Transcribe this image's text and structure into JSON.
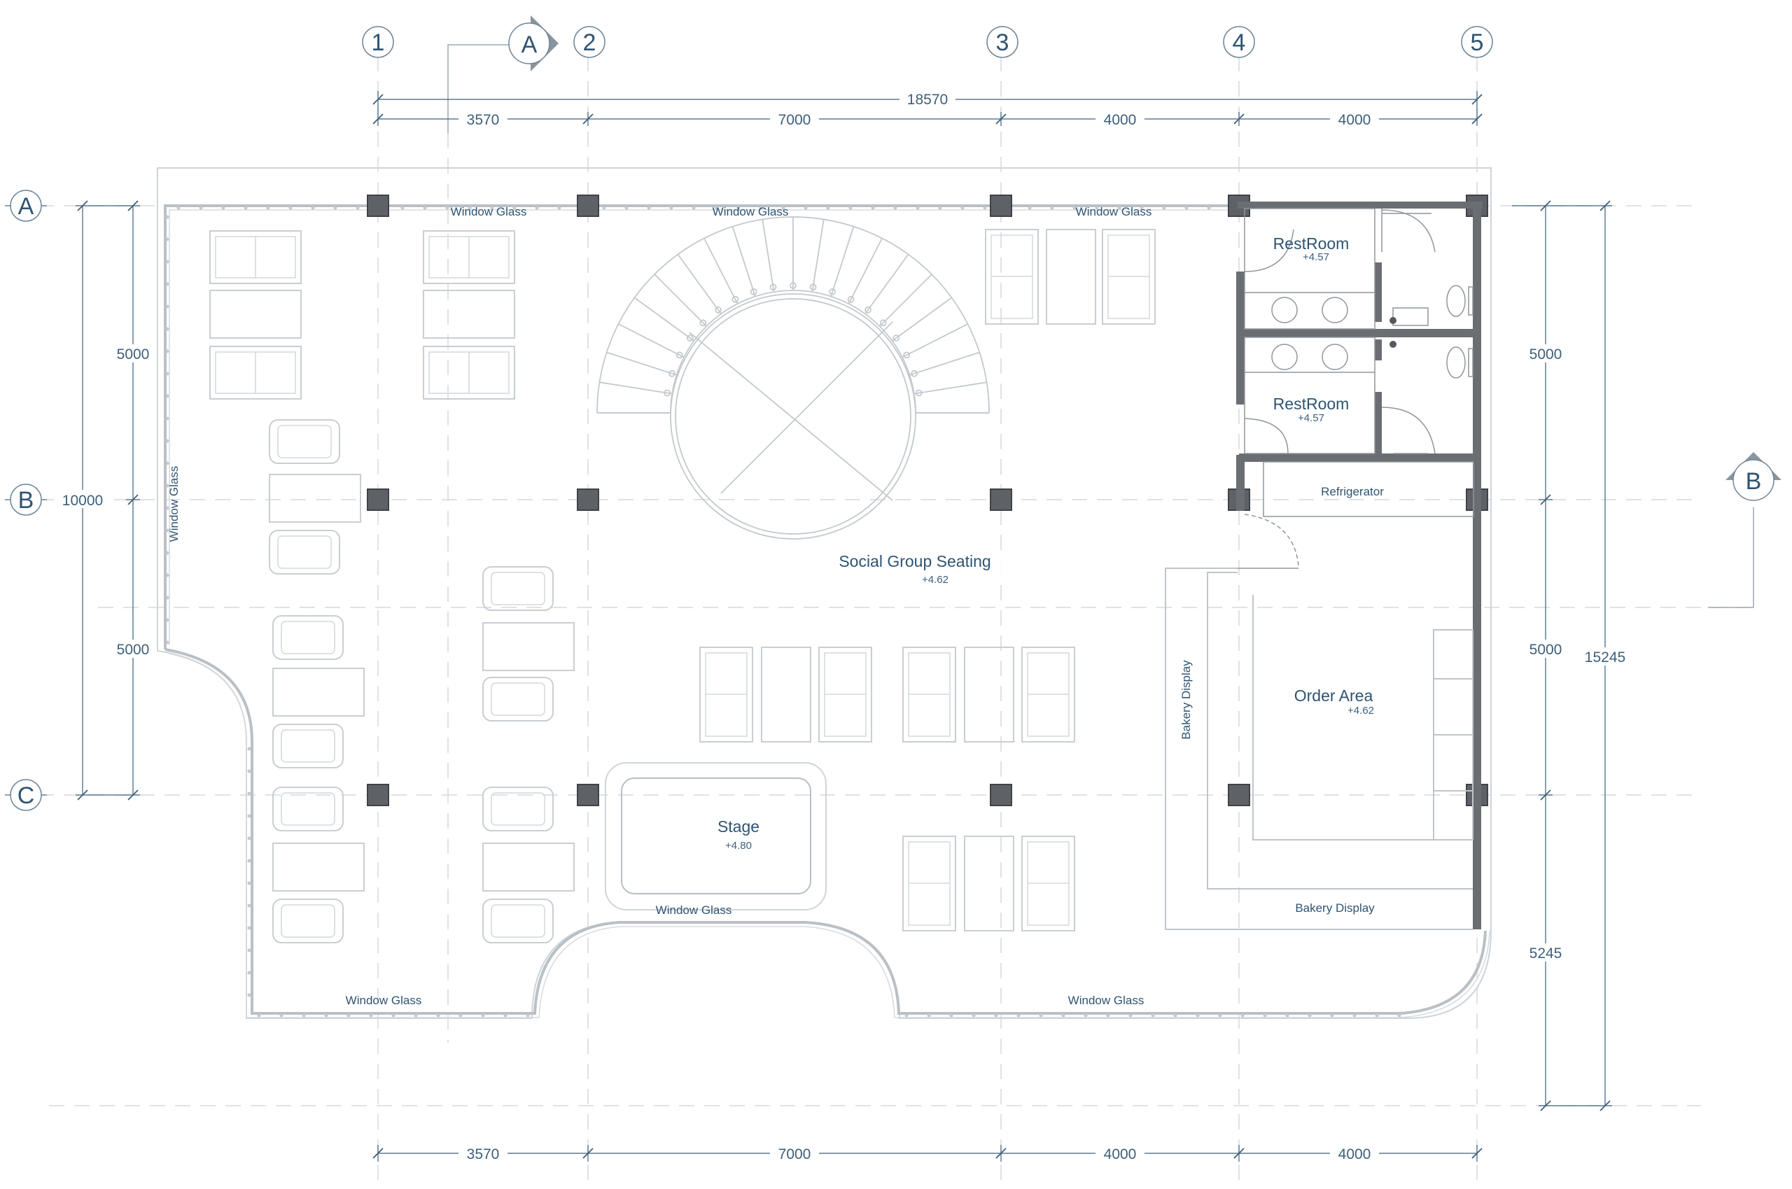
{
  "grid": {
    "columns": [
      "1",
      "2",
      "3",
      "4",
      "5"
    ],
    "rows": [
      "A",
      "B",
      "C"
    ],
    "sections": [
      "A",
      "B"
    ]
  },
  "dimensions": {
    "top_overall": "18570",
    "top_spans": [
      "3570",
      "7000",
      "4000",
      "4000"
    ],
    "bottom_spans": [
      "3570",
      "7000",
      "4000",
      "4000"
    ],
    "left_overall": "10000",
    "left_spans": [
      "5000",
      "5000"
    ],
    "right_spans": [
      "5000",
      "5000",
      "5245"
    ],
    "right_overall": "15245"
  },
  "rooms": {
    "restroom_upper": {
      "name": "RestRoom",
      "level": "+4.57"
    },
    "restroom_lower": {
      "name": "RestRoom",
      "level": "+4.57"
    },
    "refrigerator": "Refrigerator",
    "social": {
      "name": "Social Group Seating",
      "level": "+4.62"
    },
    "order": {
      "name": "Order Area",
      "level": "+4.62"
    },
    "stage": {
      "name": "Stage",
      "level": "+4.80"
    },
    "bakery_vertical": "Bakery Display",
    "bakery_horizontal": "Bakery Display"
  },
  "glass_labels": {
    "top_1": "Window Glass",
    "top_2": "Window Glass",
    "top_3": "Window Glass",
    "left": "Window Glass",
    "stage": "Window Glass",
    "bottom_1": "Window Glass",
    "bottom_2": "Window Glass"
  }
}
